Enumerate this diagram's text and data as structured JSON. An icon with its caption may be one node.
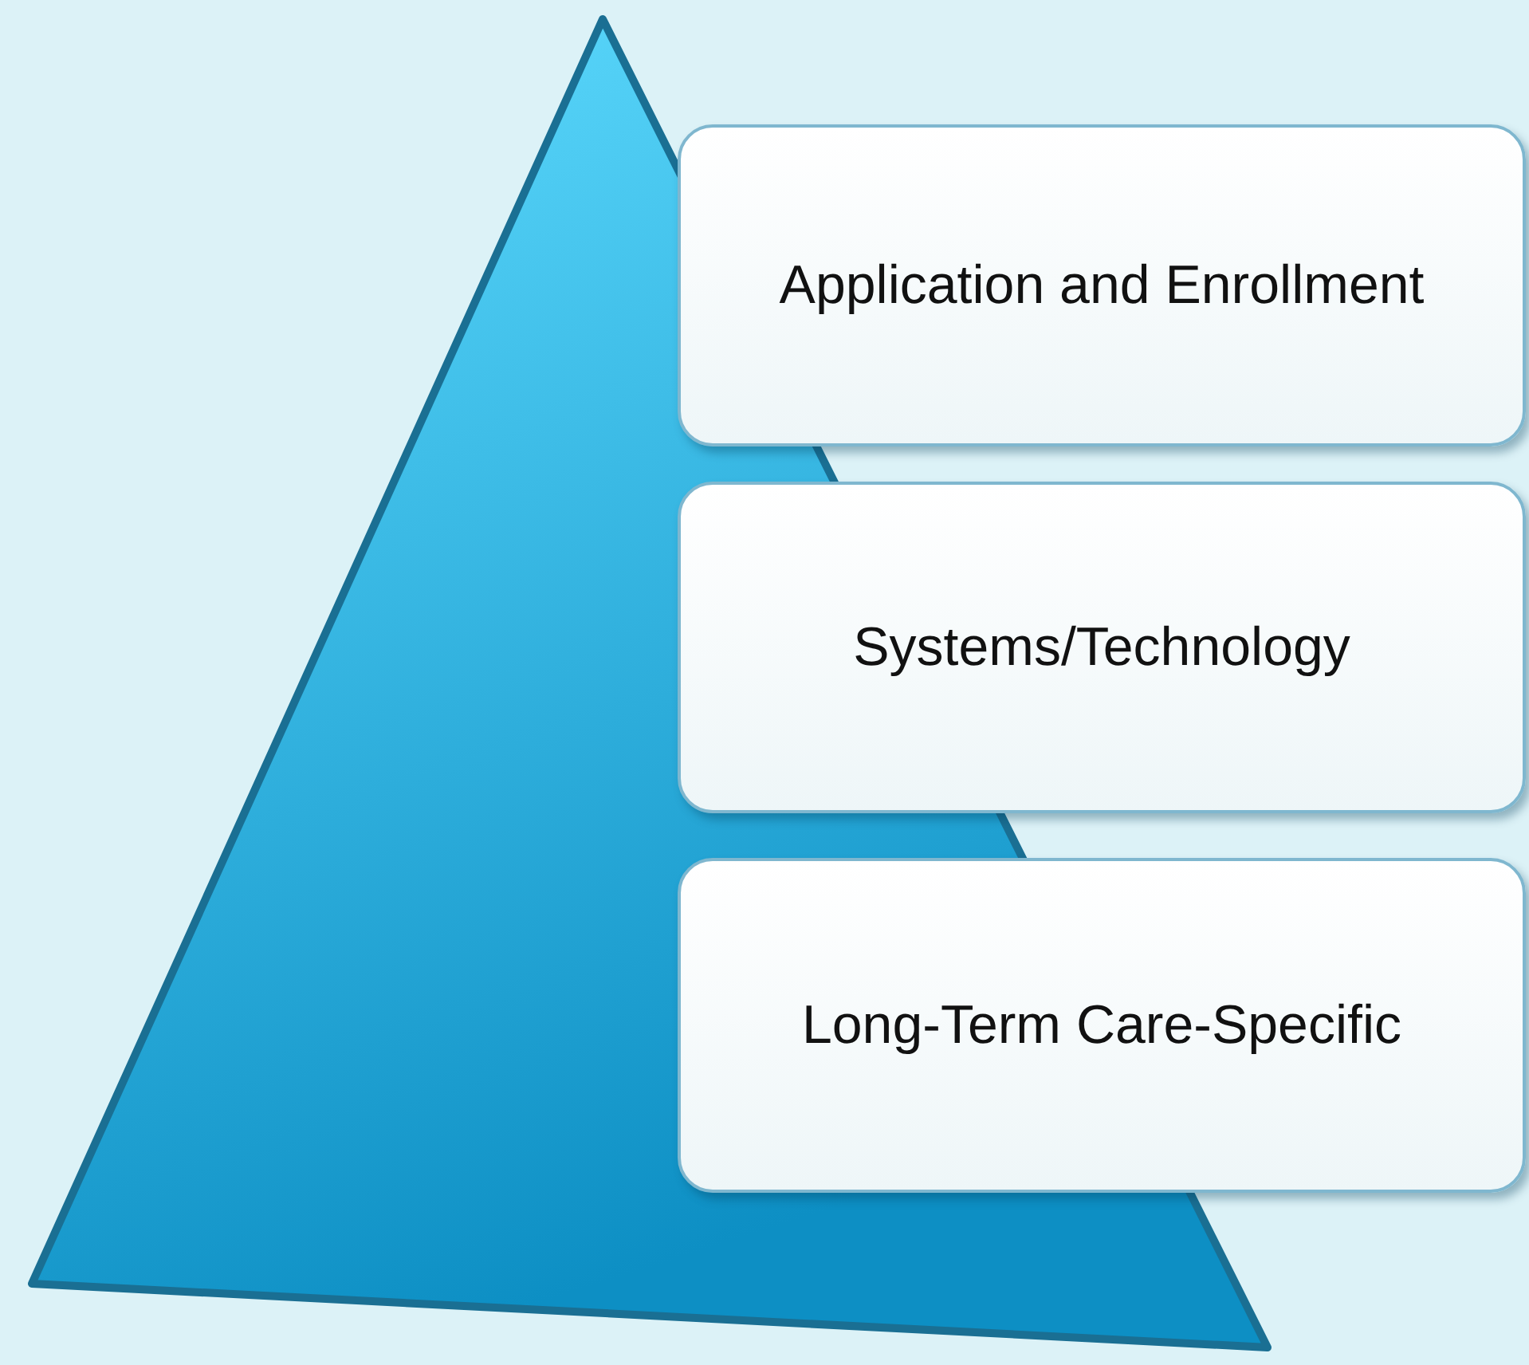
{
  "diagram": {
    "nodes": [
      {
        "text": [],
        "shape": "triangle"
      },
      {
        "text": [
          "Application and Enrollment"
        ]
      },
      {
        "text": [
          "Systems/Technology"
        ]
      },
      {
        "text": [
          "Long-Term Care-Specific"
        ]
      }
    ]
  }
}
